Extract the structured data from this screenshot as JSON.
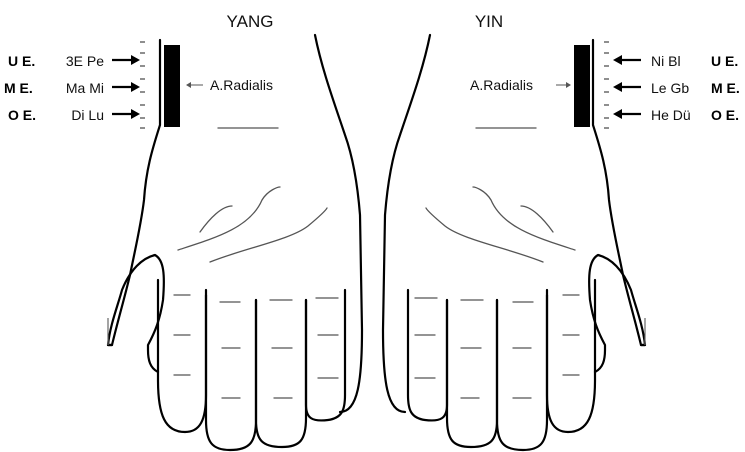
{
  "left_panel": {
    "title": "YANG",
    "artery_label": "A.Radialis",
    "rows": [
      {
        "position": "U E.",
        "organs": "3E Pe"
      },
      {
        "position": "M E.",
        "organs": "Ma Mi"
      },
      {
        "position": "O E.",
        "organs": "Di Lu"
      }
    ]
  },
  "right_panel": {
    "title": "YIN",
    "artery_label": "A.Radialis",
    "rows": [
      {
        "position": "U E.",
        "organs": "Ni Bl"
      },
      {
        "position": "M E.",
        "organs": "Le Gb"
      },
      {
        "position": "O E.",
        "organs": "He Dü"
      }
    ]
  }
}
